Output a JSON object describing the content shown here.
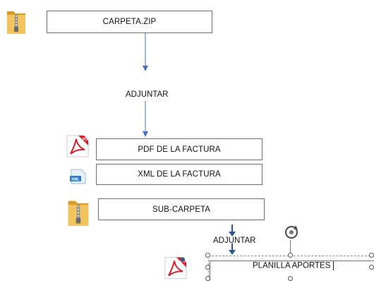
{
  "nodes": {
    "zip_folder": "CARPETA.ZIP",
    "attach_1": "ADJUNTAR",
    "pdf_invoice": "PDF DE LA FACTURA",
    "xml_invoice": "XML DE LA FACTURA",
    "sub_folder": "SUB-CARPETA",
    "attach_2": "ADJUNTAR",
    "contributions_sheet": "PLANILLA APORTES"
  },
  "icons": {
    "zip_folder_icon": "zip-folder-icon",
    "pdf_icon": "pdf-icon",
    "xml_icon": "xml-file-icon",
    "sub_folder_icon": "zip-folder-icon",
    "rotate_handle": "rotate-icon",
    "pdf_icon_2": "pdf-icon"
  },
  "colors": {
    "arrow": "#4472c4",
    "border": "#6f6f6f",
    "folder": "#e8b44a",
    "pdf_red": "#d6202a"
  }
}
